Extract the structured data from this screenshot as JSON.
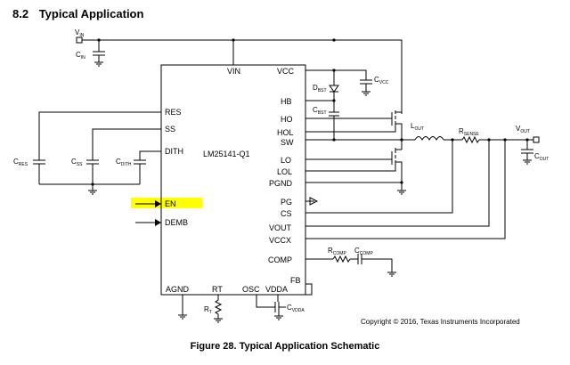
{
  "section": {
    "number": "8.2",
    "title": "Typical Application"
  },
  "caption": "Figure 28.  Typical Application Schematic",
  "copyright": "Copyright © 2016, Texas Instruments Incorporated",
  "chip": {
    "name": "LM25141-Q1",
    "pins": {
      "vin": "VIN",
      "vcc": "VCC",
      "hb": "HB",
      "ho": "HO",
      "hol": "HOL",
      "sw": "SW",
      "lo": "LO",
      "lol": "LOL",
      "pgnd": "PGND",
      "pg": "PG",
      "cs": "CS",
      "vout": "VOUT",
      "vccx": "VCCX",
      "comp": "COMP",
      "fb": "FB",
      "res": "RES",
      "ss": "SS",
      "dith": "DITH",
      "en": "EN",
      "demb": "DEMB",
      "agnd": "AGND",
      "rt": "RT",
      "osc": "OSC",
      "vdda": "VDDA"
    }
  },
  "components": {
    "vin_port": {
      "main": "V",
      "sub": "IN"
    },
    "cin": {
      "main": "C",
      "sub": "IN"
    },
    "cvcc": {
      "main": "C",
      "sub": "VCC"
    },
    "dbst": {
      "main": "D",
      "sub": "BST"
    },
    "cbst": {
      "main": "C",
      "sub": "BST"
    },
    "lout": {
      "main": "L",
      "sub": "OUT"
    },
    "rsense": {
      "main": "R",
      "sub": "SENSE"
    },
    "vout_port": {
      "main": "V",
      "sub": "OUT"
    },
    "cout": {
      "main": "C",
      "sub": "OUT"
    },
    "cres": {
      "main": "C",
      "sub": "RES"
    },
    "css": {
      "main": "C",
      "sub": "SS"
    },
    "cdith": {
      "main": "C",
      "sub": "DITH"
    },
    "rcomp": {
      "main": "R",
      "sub": "COMP"
    },
    "ccomp": {
      "main": "C",
      "sub": "COMP"
    },
    "rt": {
      "main": "R",
      "sub": "T"
    },
    "cvdda": {
      "main": "C",
      "sub": "VDDA"
    }
  },
  "colors": {
    "highlight": "#ffff00",
    "wire": "#000000",
    "background": "#ffffff"
  }
}
